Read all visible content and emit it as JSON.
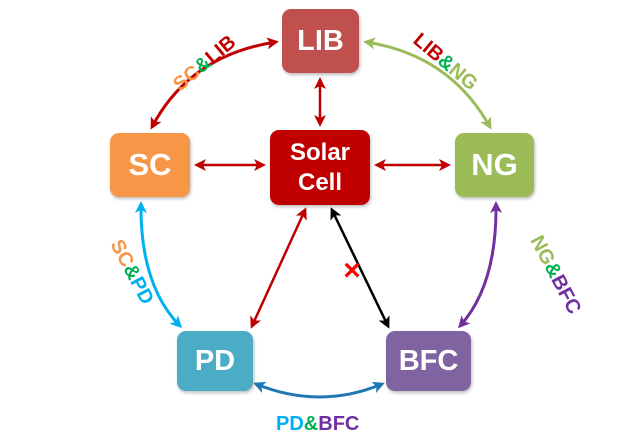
{
  "nodes": {
    "lib": {
      "label": "LIB",
      "color": "#c0504d"
    },
    "sc": {
      "label": "SC",
      "color": "#f79646"
    },
    "solar": {
      "label_line1": "Solar",
      "label_line2": "Cell",
      "color": "#c00000"
    },
    "ng": {
      "label": "NG",
      "color": "#9bbb59"
    },
    "pd": {
      "label": "PD",
      "color": "#4bacc6"
    },
    "bfc": {
      "label": "BFC",
      "color": "#8064a2"
    }
  },
  "edge_labels": {
    "sc_lib": {
      "a": "SC",
      "amp": "&",
      "b": "LIB"
    },
    "lib_ng": {
      "a": "LIB",
      "amp": "&",
      "b": "NG"
    },
    "sc_pd": {
      "a": "SC",
      "amp": "&",
      "b": "PD"
    },
    "ng_bfc": {
      "a": "NG",
      "amp": "&",
      "b": "BFC"
    },
    "pd_bfc": {
      "a": "PD",
      "amp": "&",
      "b": "BFC"
    }
  },
  "colors": {
    "sc_text": "#f79646",
    "lib_text": "#c0504d",
    "ng_text": "#9bbb59",
    "pd_text": "#00b0f0",
    "bfc_text": "#7030a0",
    "amp": "#00b050",
    "arrow_red": "#c00000",
    "arrow_green": "#9bbb59",
    "arrow_blue": "#00b0f0",
    "arrow_purple": "#7030a0",
    "arrow_teal": "#1f78b4",
    "arrow_black": "#000000",
    "cross": "#ff0000"
  },
  "cross_mark": "×"
}
